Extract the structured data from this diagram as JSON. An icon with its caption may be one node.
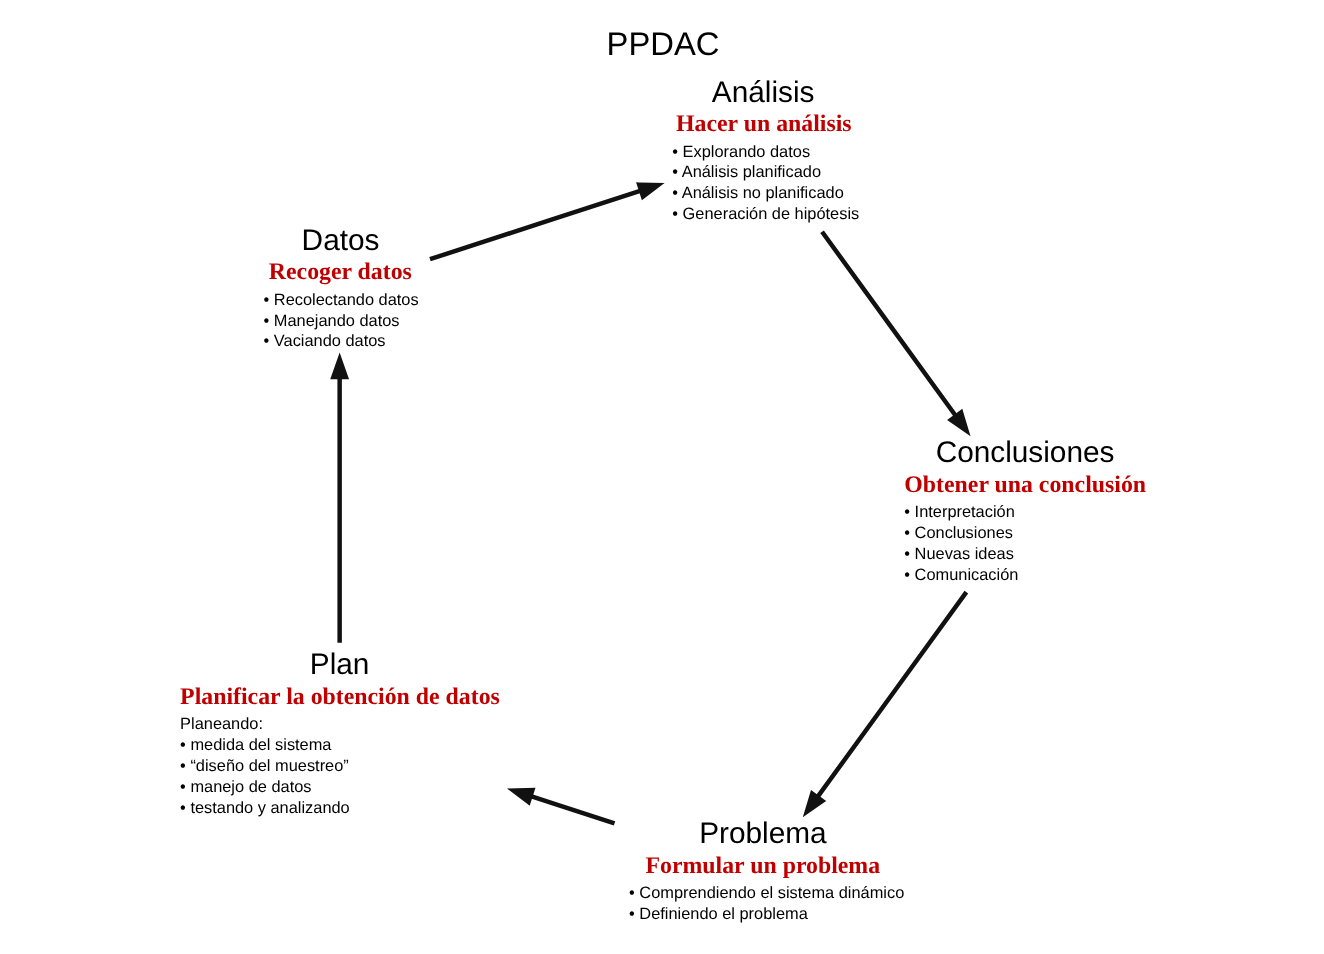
{
  "diagram": {
    "title": "PPDAC",
    "nodes": [
      {
        "text": [
          "Problema"
        ],
        "beside": [
          "Formular un problema",
          "• Comprendiendo el sistema dinámico",
          "• Definiendo el problema"
        ]
      },
      {
        "text": [
          "Plan"
        ],
        "beside": [
          "Planificar la obtención de datos",
          "Planeando:",
          "• medida del sistema",
          "• “diseño del muestreo”",
          "• manejo de datos",
          "• testando y analizando"
        ]
      },
      {
        "text": [
          "Datos"
        ],
        "beside": [
          "Recoger datos",
          "• Recolectando datos",
          "• Manejando datos",
          "• Vaciando datos"
        ]
      },
      {
        "text": [
          "Análisis"
        ],
        "beside": [
          "Hacer un análisis",
          "• Explorando datos",
          "• Análisis planificado",
          "• Análisis no planificado",
          "• Generación de hipótesis"
        ]
      },
      {
        "text": [
          "Conclusiones"
        ],
        "beside": [
          "Obtener una conclusión",
          "• Interpretación",
          "• Conclusiones",
          "• Nuevas ideas",
          "• Comunicación"
        ]
      }
    ],
    "edges": [
      {
        "from": 0,
        "to": 1,
        "arrow": "to"
      },
      {
        "from": 1,
        "to": 2,
        "arrow": "to"
      },
      {
        "from": 2,
        "to": 3,
        "arrow": "to"
      },
      {
        "from": 3,
        "to": 4,
        "arrow": "to"
      },
      {
        "from": 4,
        "to": 0,
        "arrow": "to"
      }
    ]
  }
}
